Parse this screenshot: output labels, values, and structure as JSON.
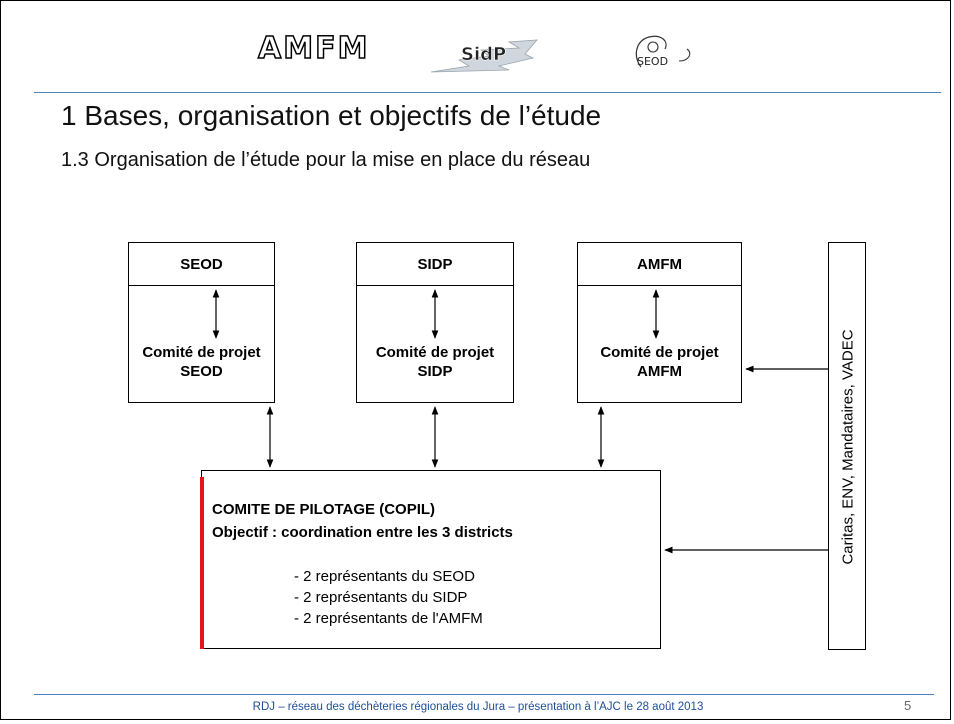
{
  "logos": {
    "amfm": "AMFM",
    "sidp": "SidP",
    "seod": "SEOD"
  },
  "title": "1 Bases, organisation et objectifs de l’étude",
  "subtitle": "1.3 Organisation de l’étude pour la mise en place du réseau",
  "districts": [
    {
      "head": "SEOD",
      "label_line1": "Comité de projet",
      "label_line2": "SEOD"
    },
    {
      "head": "SIDP",
      "label_line1": "Comité de projet",
      "label_line2": "SIDP"
    },
    {
      "head": "AMFM",
      "label_line1": "Comité de projet",
      "label_line2": "AMFM"
    }
  ],
  "copil": {
    "title": "COMITE DE PILOTAGE (COPIL)",
    "objective": "Objectif : coordination entre les 3 districts",
    "members": [
      "- 2 représentants du SEOD",
      "- 2 représentants du SIDP",
      "- 2 représentants de l'AMFM"
    ]
  },
  "partners": "Caritas, ENV, Mandataires, VADEC",
  "footer": "RDJ – réseau des déchèteries régionales du Jura – présentation à l’AJC le 28 août 2013",
  "page_number": "5",
  "colors": {
    "rule": "#4f81bd",
    "accent_bar": "#e8141b",
    "footer_text": "#1f4e99"
  }
}
